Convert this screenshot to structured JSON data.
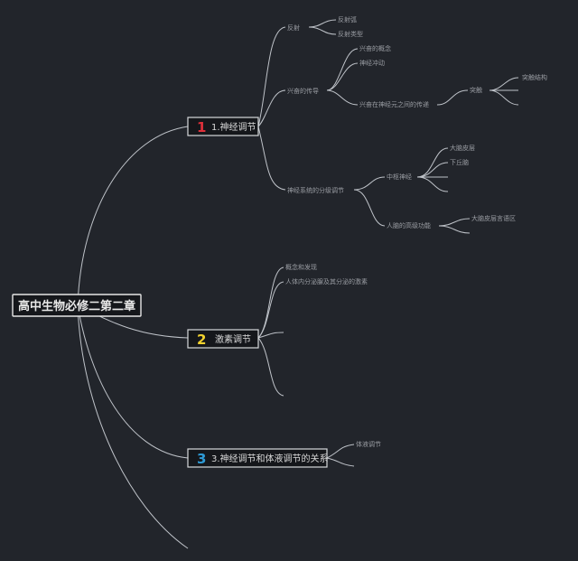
{
  "root": {
    "label": "高中生物必修二第二章"
  },
  "branches": [
    {
      "number": "1",
      "label": "1.神经调节",
      "number_color": "#e0303a",
      "children": [
        {
          "label": "反射",
          "children": [
            {
              "label": "反射弧"
            },
            {
              "label": "反射类型"
            }
          ]
        },
        {
          "label": "兴奋的传导",
          "children": [
            {
              "label": "兴奋的概念"
            },
            {
              "label": "神经冲动"
            },
            {
              "label": "兴奋在神经元之间的传递",
              "children": [
                {
                  "label": "突触",
                  "children": [
                    {
                      "label": "突触结构"
                    },
                    {
                      "label": ""
                    },
                    {
                      "label": ""
                    }
                  ]
                }
              ]
            }
          ]
        },
        {
          "label": "神经系统的分级调节",
          "children": [
            {
              "label": "中枢神经",
              "children": [
                {
                  "label": "大脑皮层"
                },
                {
                  "label": "下丘脑"
                },
                {
                  "label": ""
                },
                {
                  "label": ""
                }
              ]
            },
            {
              "label": "人脑的高级功能",
              "children": [
                {
                  "label": "大脑皮层言语区"
                },
                {
                  "label": ""
                }
              ]
            }
          ]
        }
      ]
    },
    {
      "number": "2",
      "label": "激素调节",
      "number_color": "#f2d22e",
      "children": [
        {
          "label": "概念和发现"
        },
        {
          "label": "人体内分泌腺及其分泌的激素"
        },
        {
          "label": ""
        },
        {
          "label": ""
        }
      ]
    },
    {
      "number": "3",
      "label": "3.神经调节和体液调节的关系",
      "number_color": "#2e9bd6",
      "children": [
        {
          "label": "体液调节"
        },
        {
          "label": ""
        }
      ]
    }
  ]
}
